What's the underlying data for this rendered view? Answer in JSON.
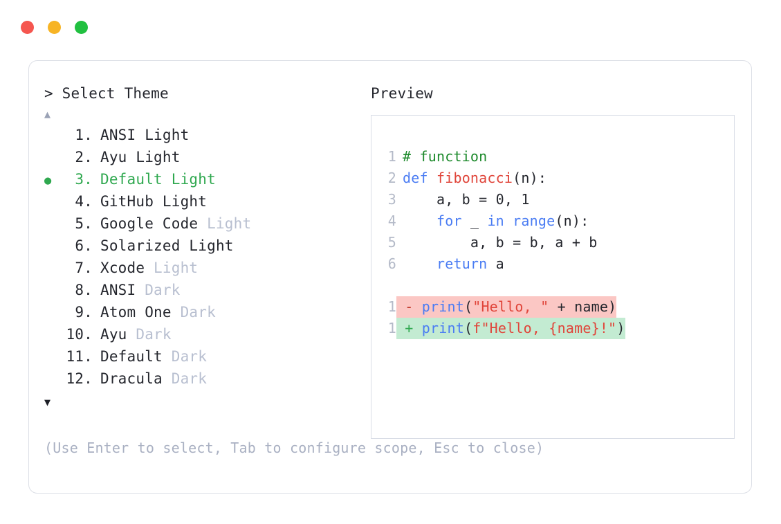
{
  "window": {
    "traffic_lights": [
      {
        "name": "close",
        "color": "#f5564f"
      },
      {
        "name": "minimize",
        "color": "#f7b425"
      },
      {
        "name": "maximize",
        "color": "#21c040"
      }
    ]
  },
  "picker": {
    "prompt": "> Select Theme",
    "scroll_up_icon": "▲",
    "scroll_down_icon": "▼",
    "selected_index": 3,
    "selected_bullet": "●",
    "items": [
      {
        "number": "1.",
        "name": "ANSI",
        "variant": "Light",
        "variant_muted": false,
        "selected": false,
        "bullet": ""
      },
      {
        "number": "2.",
        "name": "Ayu",
        "variant": "Light",
        "variant_muted": false,
        "selected": false,
        "bullet": ""
      },
      {
        "number": "3.",
        "name": "Default",
        "variant": "Light",
        "variant_muted": false,
        "selected": true,
        "bullet": "●"
      },
      {
        "number": "4.",
        "name": "GitHub",
        "variant": "Light",
        "variant_muted": false,
        "selected": false,
        "bullet": ""
      },
      {
        "number": "5.",
        "name": "Google Code",
        "variant": "Light",
        "variant_muted": true,
        "selected": false,
        "bullet": ""
      },
      {
        "number": "6.",
        "name": "Solarized",
        "variant": "Light",
        "variant_muted": false,
        "selected": false,
        "bullet": ""
      },
      {
        "number": "7.",
        "name": "Xcode",
        "variant": "Light",
        "variant_muted": true,
        "selected": false,
        "bullet": ""
      },
      {
        "number": "8.",
        "name": "ANSI",
        "variant": "Dark",
        "variant_muted": true,
        "selected": false,
        "bullet": ""
      },
      {
        "number": "9.",
        "name": "Atom One",
        "variant": "Dark",
        "variant_muted": true,
        "selected": false,
        "bullet": ""
      },
      {
        "number": "10.",
        "name": "Ayu",
        "variant": "Dark",
        "variant_muted": true,
        "selected": false,
        "bullet": ""
      },
      {
        "number": "11.",
        "name": "Default",
        "variant": "Dark",
        "variant_muted": true,
        "selected": false,
        "bullet": ""
      },
      {
        "number": "12.",
        "name": "Dracula",
        "variant": "Dark",
        "variant_muted": true,
        "selected": false,
        "bullet": ""
      }
    ],
    "hint": "(Use Enter to select, Tab to configure scope, Esc to close)"
  },
  "preview": {
    "label": "Preview",
    "code_lines": [
      {
        "num": "1",
        "tokens": [
          {
            "t": "# function",
            "c": "tok-comment"
          }
        ]
      },
      {
        "num": "2",
        "tokens": [
          {
            "t": "def ",
            "c": "tok-keyword"
          },
          {
            "t": "fibonacci",
            "c": "tok-func"
          },
          {
            "t": "(n):",
            "c": "tok-plain"
          }
        ]
      },
      {
        "num": "3",
        "tokens": [
          {
            "t": "    a, b = 0, 1",
            "c": "tok-plain"
          }
        ]
      },
      {
        "num": "4",
        "tokens": [
          {
            "t": "    ",
            "c": "tok-plain"
          },
          {
            "t": "for",
            "c": "tok-keyword"
          },
          {
            "t": " _ ",
            "c": "tok-plain"
          },
          {
            "t": "in",
            "c": "tok-keyword"
          },
          {
            "t": " ",
            "c": "tok-plain"
          },
          {
            "t": "range",
            "c": "tok-builtin"
          },
          {
            "t": "(n):",
            "c": "tok-plain"
          }
        ]
      },
      {
        "num": "5",
        "tokens": [
          {
            "t": "        a, b = b, a + b",
            "c": "tok-plain"
          }
        ]
      },
      {
        "num": "6",
        "tokens": [
          {
            "t": "    ",
            "c": "tok-plain"
          },
          {
            "t": "return",
            "c": "tok-keyword"
          },
          {
            "t": " a",
            "c": "tok-plain"
          }
        ]
      }
    ],
    "diff_lines": [
      {
        "num": "1",
        "kind": "del",
        "sign": "-",
        "tokens": [
          {
            "t": "print",
            "c": "tok-builtin"
          },
          {
            "t": "(",
            "c": "tok-plain"
          },
          {
            "t": "\"Hello, \"",
            "c": "tok-string"
          },
          {
            "t": " + name)",
            "c": "tok-plain"
          }
        ]
      },
      {
        "num": "1",
        "kind": "add",
        "sign": "+",
        "tokens": [
          {
            "t": "print",
            "c": "tok-builtin"
          },
          {
            "t": "(",
            "c": "tok-plain"
          },
          {
            "t": "f\"Hello, {name}!\"",
            "c": "tok-string"
          },
          {
            "t": ")",
            "c": "tok-plain"
          }
        ]
      }
    ]
  },
  "colors": {
    "accent_green": "#2fa84f",
    "muted": "#b8bfd0",
    "hint": "#a9b0c2",
    "text": "#24262d",
    "diff_del_bg": "#fbc7c4",
    "diff_add_bg": "#c3ebd2",
    "card_border": "#dcdfe6",
    "preview_border": "#d8dce6"
  }
}
